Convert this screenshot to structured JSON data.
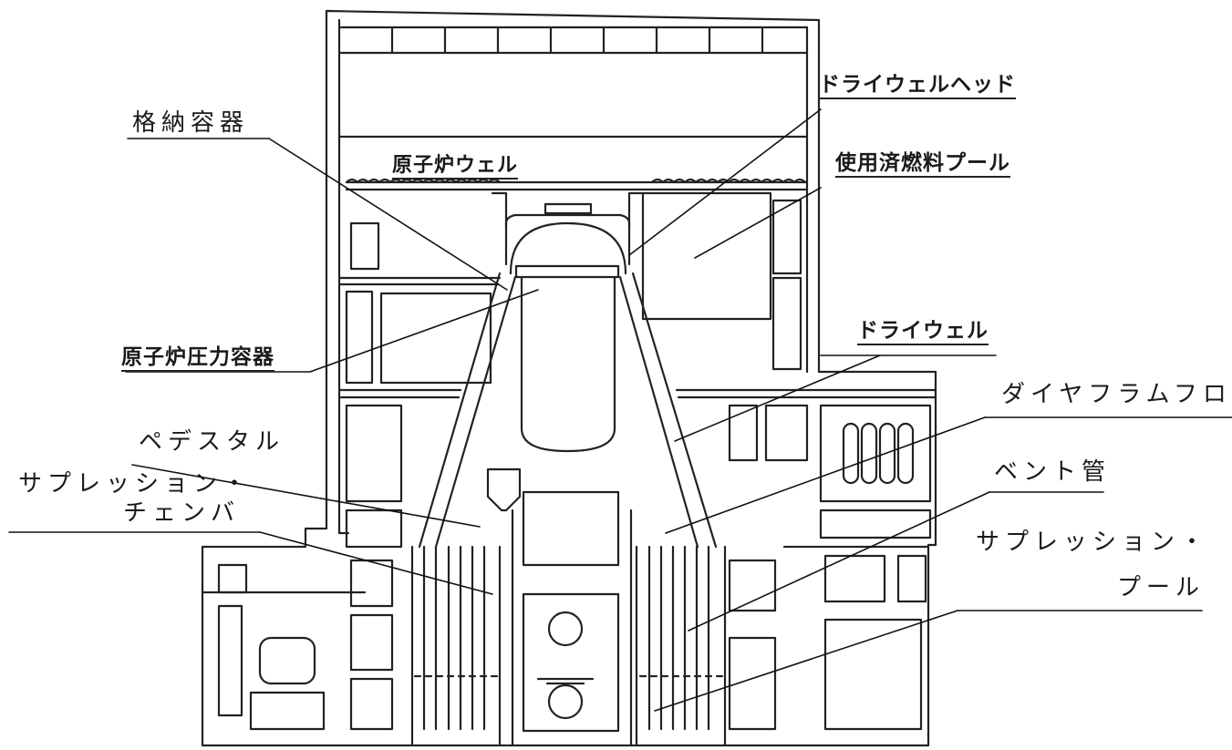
{
  "labels": {
    "containment_vessel": "格納容器",
    "reactor_well": "原子炉ウェル",
    "drywell_head": "ドライウェルヘッド",
    "spent_fuel_pool": "使用済燃料プール",
    "rpv": "原子炉圧力容器",
    "drywell": "ドライウェル",
    "diaphragm_floor": "ダイヤフラムフロア",
    "pedestal": "ペデスタル",
    "suppression_chamber_line1": "サプレッション・",
    "suppression_chamber_line2": "チェンバ",
    "vent_pipe": "ベント管",
    "suppression_pool_line1": "サプレッション・",
    "suppression_pool_line2": "プール"
  }
}
